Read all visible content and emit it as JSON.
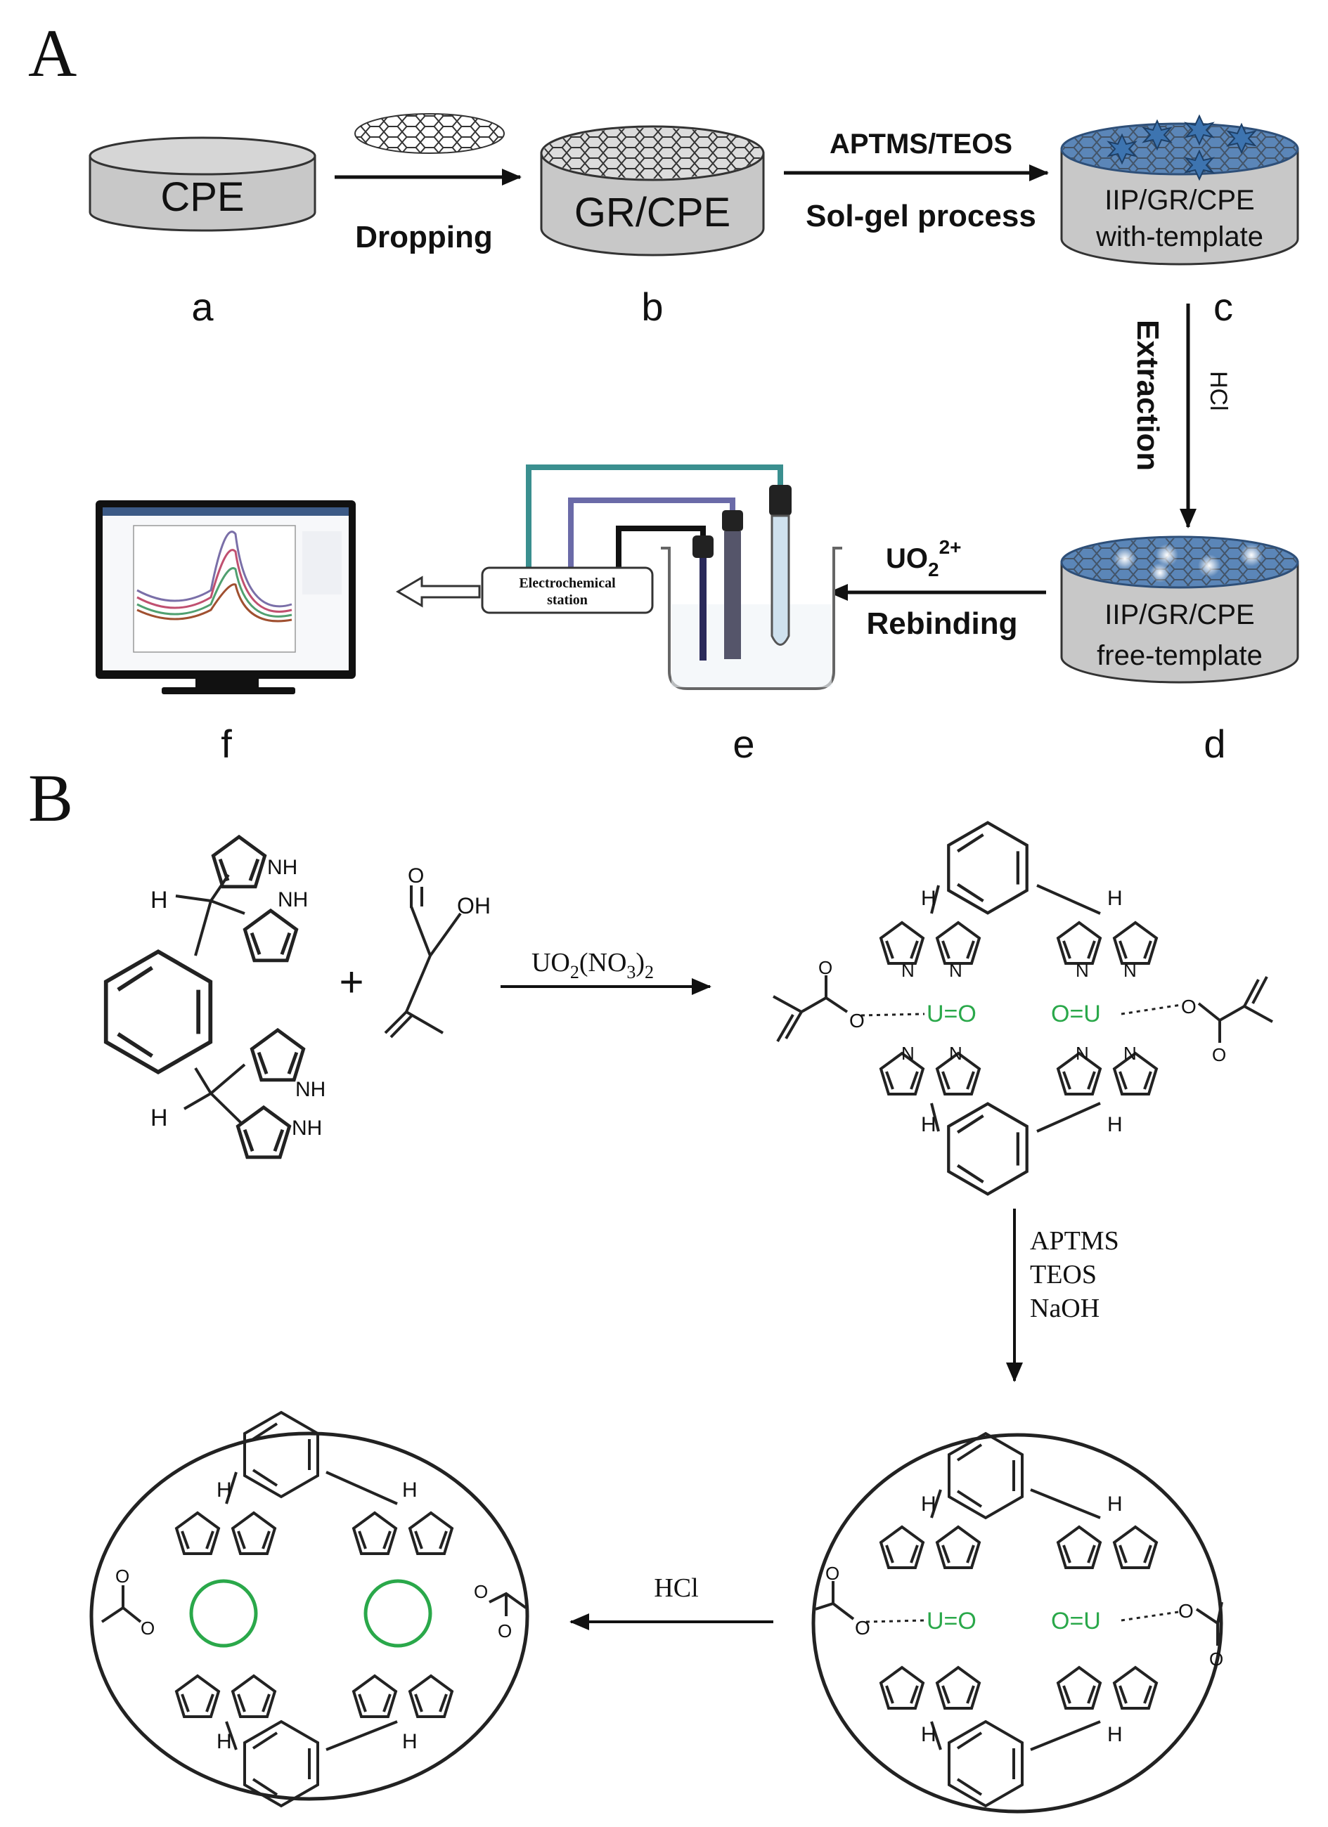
{
  "panel_labels": {
    "a": "A",
    "b": "B"
  },
  "panel_a": {
    "electrodes": {
      "cpe": "CPE",
      "gr_cpe": "GR/CPE",
      "iip_c_line1": "IIP/GR/CPE",
      "iip_c_line2": "with-template",
      "iip_d_line1": "IIP/GR/CPE",
      "iip_d_line2": "free-template"
    },
    "step_labels": {
      "a": "a",
      "b": "b",
      "c": "c",
      "d": "d",
      "e": "e",
      "f": "f"
    },
    "arrows": {
      "dropping": "Dropping",
      "aptms_teos": "APTMS/TEOS",
      "sol_gel": "Sol-gel process",
      "extraction": "Extraction",
      "hcl": "HCl",
      "uo2_base": "UO",
      "uo2_sub": "2",
      "uo2_sup": "2+",
      "rebinding": "Rebinding"
    },
    "station_line1": "Electrochemical",
    "station_line2": "station"
  },
  "panel_b": {
    "reagent_base": "UO",
    "reagent_sub1": "2",
    "reagent_mid": "(NO",
    "reagent_sub2": "3",
    "reagent_end": ")",
    "reagent_sub3": "2",
    "plus": "+",
    "step2_line1": "APTMS",
    "step2_line2": "TEOS",
    "step2_line3": "NaOH",
    "hcl": "HCl",
    "atoms": {
      "h": "H",
      "n": "N",
      "nh": "NH",
      "oh": "OH",
      "o": "O",
      "u": "U",
      "uo_right": "U=O",
      "uo_left": "O=U"
    }
  },
  "colors": {
    "electrode_gray": "#c8c8c8",
    "imprint_blue": "#5b86b8",
    "uranium_green": "#2aa84a",
    "wire_teal": "#3a8f8f",
    "wire_purple": "#6a6aa8"
  }
}
